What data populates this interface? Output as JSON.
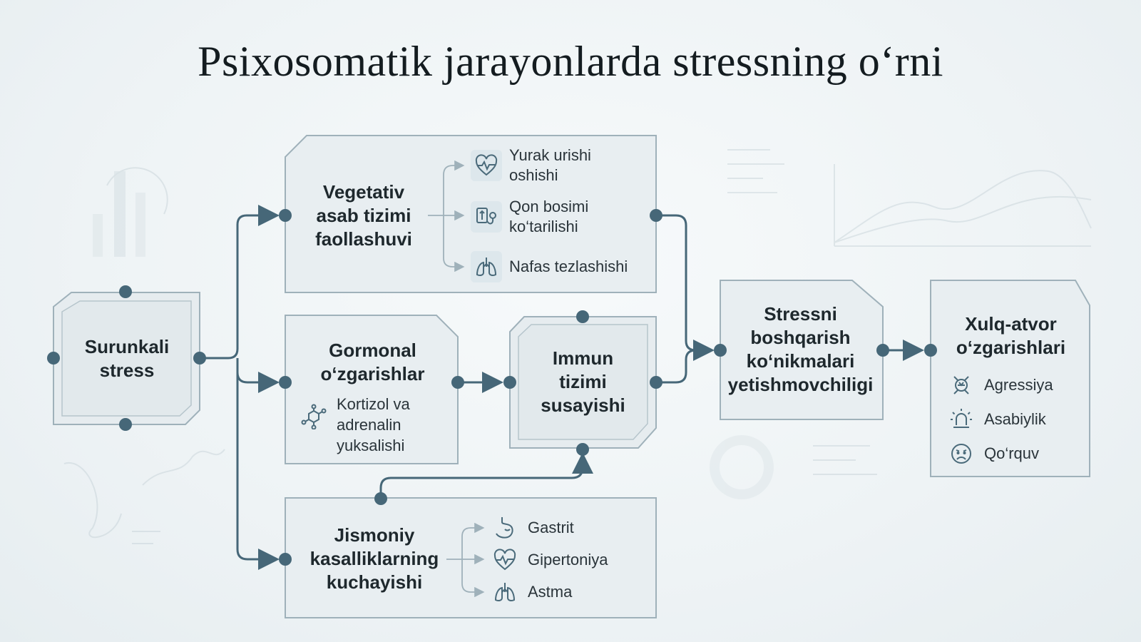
{
  "title": "Psixosomatik jarayonlarda stressning o‘rni",
  "nodes": {
    "chronic_stress": [
      "Surunkali",
      "stress"
    ],
    "vegetative": [
      "Vegetativ",
      "asab tizimi",
      "faollashuvi"
    ],
    "hormonal": [
      "Gormonal",
      "o‘zgarishlar"
    ],
    "immune": [
      "Immun",
      "tizimi",
      "susayishi"
    ],
    "physical": [
      "Jismoniy",
      "kasalliklarning",
      "kuchayishi"
    ],
    "stress_mgmt": [
      "Stressni",
      "boshqarish",
      "ko‘nikmalari",
      "yetishmovchiligi"
    ],
    "behavior": [
      "Xulq-atvor",
      "o‘zgarishlari"
    ]
  },
  "vegetative_items": [
    {
      "icon": "heart-pulse-icon",
      "text": [
        "Yurak urishi",
        "oshishi"
      ]
    },
    {
      "icon": "blood-pressure-icon",
      "text": [
        "Qon bosimi",
        "ko‘tarilishi"
      ]
    },
    {
      "icon": "lungs-icon",
      "text": [
        "Nafas tezlashishi"
      ]
    }
  ],
  "hormonal_item": {
    "icon": "molecule-icon",
    "text": [
      "Kortizol va",
      "adrenalin",
      "yuksalishi"
    ]
  },
  "physical_items": [
    {
      "icon": "stomach-icon",
      "text": "Gastrit"
    },
    {
      "icon": "heart-pulse-icon",
      "text": "Gipertoniya"
    },
    {
      "icon": "lungs-icon",
      "text": "Astma"
    }
  ],
  "behavior_items": [
    {
      "icon": "aggression-icon",
      "text": "Agressiya"
    },
    {
      "icon": "alarm-icon",
      "text": "Asabiylik"
    },
    {
      "icon": "worried-face-icon",
      "text": "Qo‘rquv"
    }
  ],
  "colors": {
    "connector": "#466778",
    "box_fill": "#e8eef1",
    "box_border": "#9fb1ba"
  }
}
